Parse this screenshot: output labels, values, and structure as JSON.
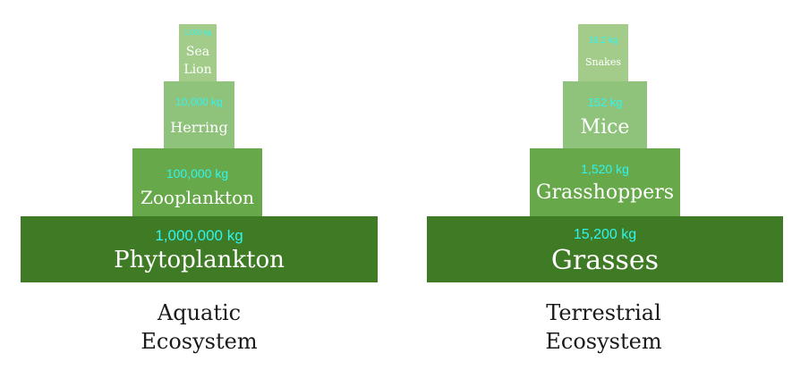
{
  "aquatic": {
    "levels": [
      {
        "mass": "1,000 kg",
        "organism_line1": "Sea",
        "organism_line2": "Lion"
      },
      {
        "mass": "10,000 kg",
        "organism": "Herring"
      },
      {
        "mass": "100,000 kg",
        "organism": "Zooplankton"
      },
      {
        "mass": "1,000,000 kg",
        "organism": "Phytoplankton"
      }
    ],
    "caption_line1": "Aquatic",
    "caption_line2": "Ecosystem"
  },
  "terrestrial": {
    "levels": [
      {
        "mass": "16.2 kg",
        "organism": "Snakes"
      },
      {
        "mass": "152 kg",
        "organism": "Mice"
      },
      {
        "mass": "1,520 kg",
        "organism": "Grasshoppers"
      },
      {
        "mass": "15,200 kg",
        "organism": "Grasses"
      }
    ],
    "caption_line1": "Terrestrial",
    "caption_line2": "Ecosystem"
  },
  "colors": {
    "level_top": "#a3cc8a",
    "level_upper_middle": "#8fc27a",
    "level_lower_middle": "#67a84a",
    "level_base": "#3f7a25",
    "mass_text": "#2ff5f0",
    "organism_text": "#ffffff"
  }
}
